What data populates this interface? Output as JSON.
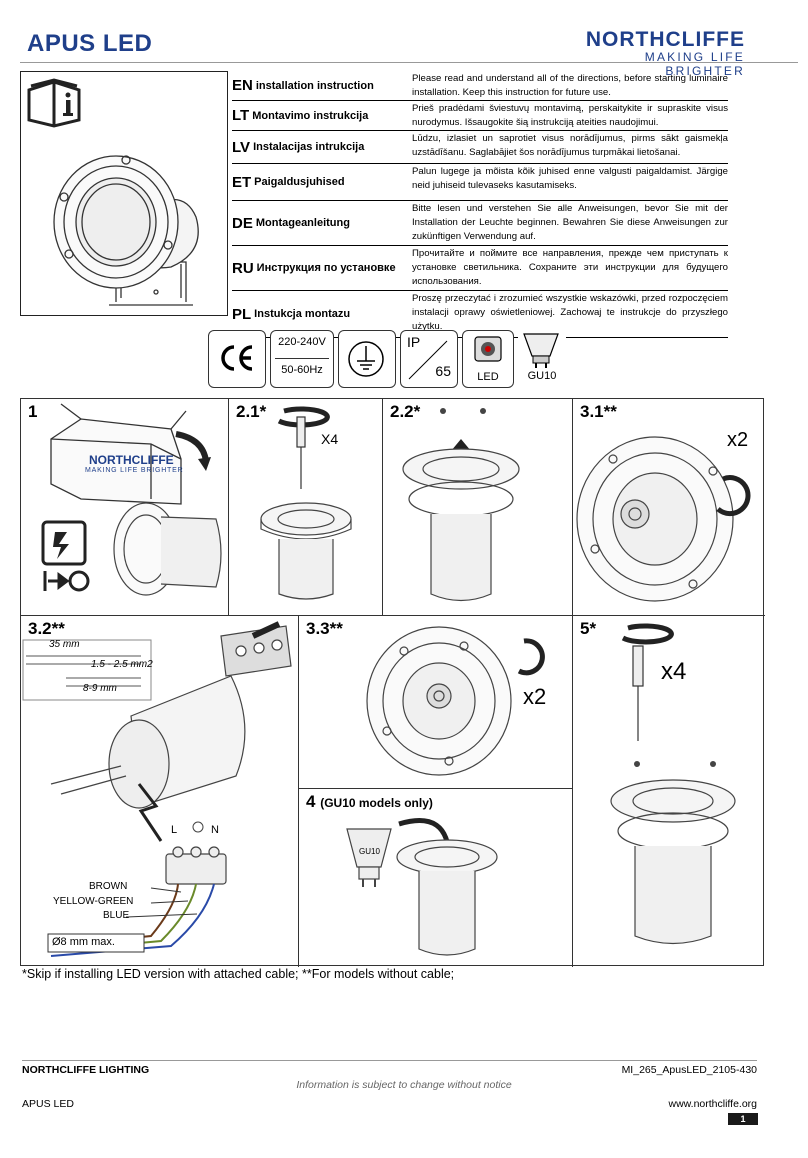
{
  "header": {
    "title": "APUS LED",
    "brand_name": "NORTHCLIFFE",
    "brand_tagline": "MAKING LIFE BRIGHTER"
  },
  "languages": [
    {
      "code": "EN",
      "label": "installation instruction",
      "text": "Please read and understand all of the directions, before starting luminaire installation. Keep this instruction for future use."
    },
    {
      "code": "LT",
      "label": "Montavimo instrukcija",
      "text": "Prieš pradėdami šviestuvų montavimą, perskaitykite ir supraskite visus nurodymus. Išsaugokite šią instrukciją ateities naudojimui."
    },
    {
      "code": "LV",
      "label": "Instalacijas intrukcija",
      "text": "Lūdzu, izlasiet un saprotiet visus norādījumus, pirms sākt gaismekļa uzstādīšanu. Saglabājiet šos norādījumus turpmākai lietošanai."
    },
    {
      "code": "ET",
      "label": "Paigaldusjuhised",
      "text": "Palun lugege ja mõista kõik juhised enne valgusti paigaldamist. Järgige neid juhiseid tulevaseks kasutamiseks."
    },
    {
      "code": "DE",
      "label": "Montageanleitung",
      "text": "Bitte lesen und verstehen Sie alle Anweisungen, bevor Sie mit der Installation der Leuchte beginnen. Bewahren Sie diese Anweisungen zur zukünftigen Verwendung auf."
    },
    {
      "code": "RU",
      "label": "Инструкция по установке",
      "text": "Прочитайте и поймите все направления, прежде чем приступать к установке светильника. Сохраните эти инструкции для будущего использования."
    },
    {
      "code": "PL",
      "label": "Instukcja montazu",
      "text": "Proszę przeczytać i zrozumieć wszystkie wskazówki, przed rozpoczęciem instalacji oprawy oświetleniowej. Zachowaj te instrukcje do przyszłego użytku."
    }
  ],
  "icons": {
    "voltage": "220-240V",
    "frequency": "50-60Hz",
    "ip_prefix": "IP",
    "ip_value": "65",
    "led_label": "LED",
    "gu10_label": "GU10"
  },
  "steps": {
    "s1": {
      "num": "1",
      "box_brand": "NORTHCLIFFE",
      "box_tagline": "MAKING LIFE BRIGHTER"
    },
    "s21": {
      "num": "2.1*",
      "count": "X4"
    },
    "s22": {
      "num": "2.2*"
    },
    "s31": {
      "num": "3.1**",
      "count": "x2"
    },
    "s32": {
      "num": "3.2**",
      "strip1": "35 mm",
      "wire": "1.5 - 2.5 mm2",
      "strip2": "8-9 mm",
      "terminal_l": "L",
      "terminal_n": "N",
      "wire_brown": "BROWN",
      "wire_yg": "YELLOW-GREEN",
      "wire_blue": "BLUE",
      "cable_max": "Ø8 mm max."
    },
    "s33": {
      "num": "3.3**",
      "count": "x2"
    },
    "s4": {
      "num": "4",
      "note": "(GU10 models only)",
      "lamp_label": "GU10"
    },
    "s5": {
      "num": "5*",
      "count": "x4"
    }
  },
  "footnote": "*Skip if installing LED version with attached cable; **For models without cable;",
  "footer": {
    "company": "NORTHCLIFFE LIGHTING",
    "doc_id": "MI_265_ApusLED_2105-430",
    "note": "Information is subject to change without notice",
    "product": "APUS LED",
    "website": "www.northcliffe.org",
    "page": "1"
  }
}
